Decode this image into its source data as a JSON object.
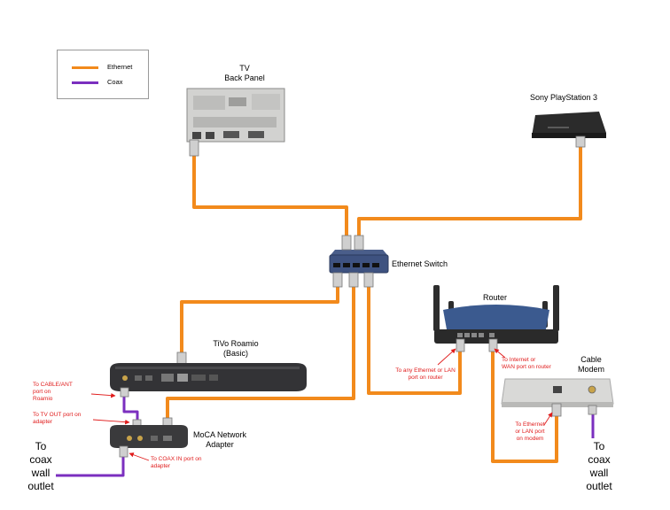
{
  "legend": {
    "ethernet": {
      "label": "Ethernet",
      "color": "#f28a1c"
    },
    "coax": {
      "label": "Coax",
      "color": "#7b2fbf"
    }
  },
  "devices": {
    "tv": {
      "line1": "TV",
      "line2": "Back Panel"
    },
    "ps3": {
      "label": "Sony PlayStation 3"
    },
    "switch": {
      "label": "Ethernet Switch"
    },
    "router": {
      "label": "Router"
    },
    "roamio": {
      "line1": "TiVo Roamio",
      "line2": "(Basic)"
    },
    "moca": {
      "line1": "MoCA Network",
      "line2": "Adapter"
    },
    "modem": {
      "line1": "Cable",
      "line2": "Modem"
    }
  },
  "annotations": {
    "cable_ant": {
      "line1": "To CABLE/ANT",
      "line2": "port on",
      "line3": "Roamio"
    },
    "tv_out": {
      "line1": "To TV OUT port on",
      "line2": "adapter"
    },
    "coax_in": {
      "line1": "To COAX IN port on",
      "line2": "adapter"
    },
    "router_lan": {
      "line1": "To any Ethernet or LAN",
      "line2": "port on router"
    },
    "router_wan": {
      "line1": "To Internet or",
      "line2": "WAN port on router"
    },
    "modem_port": {
      "line1": "To Ethernet",
      "line2": "or LAN port",
      "line3": "on modem"
    }
  },
  "wall_outlets": {
    "left": {
      "line1": "To",
      "line2": "coax",
      "line3": "wall",
      "line4": "outlet"
    },
    "right": {
      "line1": "To",
      "line2": "coax",
      "line3": "wall",
      "line4": "outlet"
    }
  },
  "colors": {
    "annotation": "#e01b1b",
    "ethernet": "#f28a1c",
    "coax": "#7b2fbf"
  }
}
